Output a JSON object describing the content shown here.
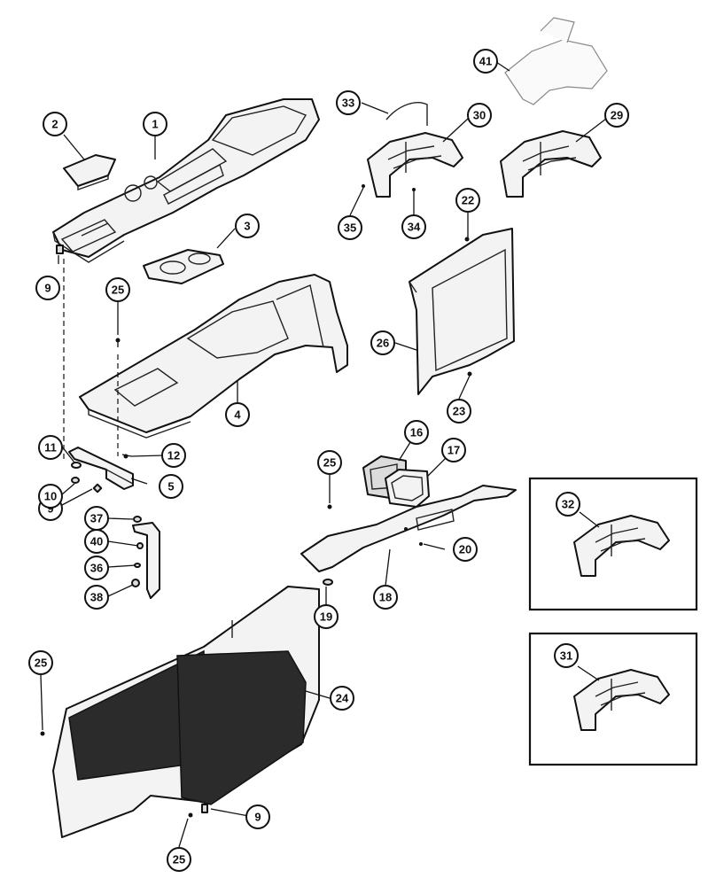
{
  "diagram": {
    "callouts": [
      "1",
      "2",
      "3",
      "4",
      "5",
      "9",
      "9",
      "9",
      "10",
      "11",
      "12",
      "16",
      "17",
      "18",
      "19",
      "20",
      "22",
      "23",
      "24",
      "25",
      "25",
      "25",
      "25",
      "26",
      "29",
      "30",
      "31",
      "32",
      "33",
      "34",
      "35",
      "36",
      "37",
      "38",
      "40",
      "41"
    ]
  }
}
